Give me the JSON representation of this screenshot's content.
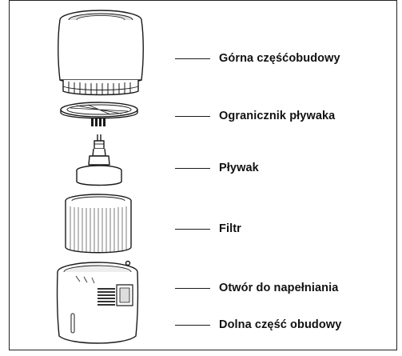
{
  "diagram": {
    "parts": [
      {
        "id": "top",
        "label": "Górna częśćobudowy"
      },
      {
        "id": "limiter",
        "label": "Ogranicznik pływaka"
      },
      {
        "id": "float",
        "label": "Pływak"
      },
      {
        "id": "filter",
        "label": "Filtr"
      },
      {
        "id": "fill",
        "label": "Otwór do napełniania"
      },
      {
        "id": "bottom",
        "label": "Dolna część  obudowy"
      }
    ],
    "colors": {
      "line": "#1a1a1a",
      "fill": "#ffffff",
      "shade": "#d8d8d8",
      "dark": "#3a3a3a"
    }
  }
}
